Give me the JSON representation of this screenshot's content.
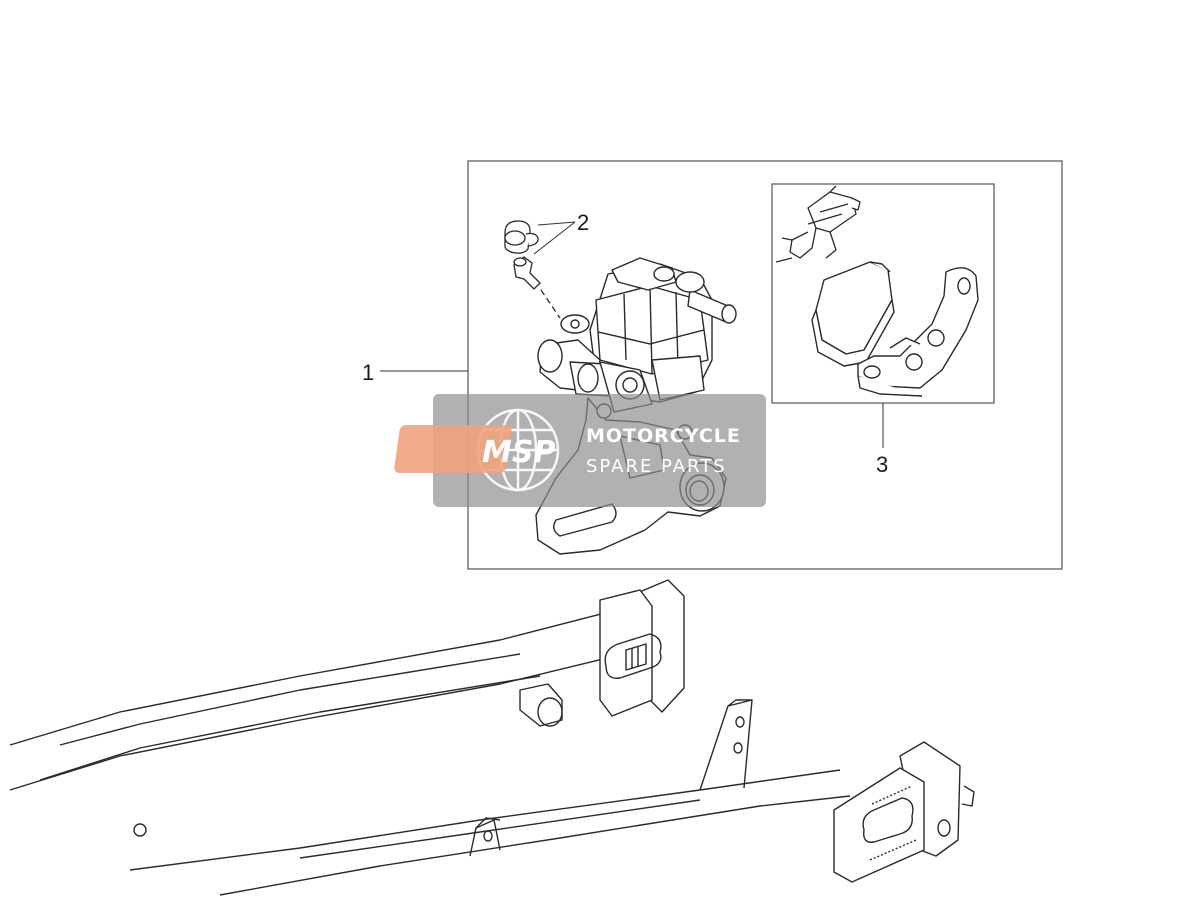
{
  "callouts": [
    {
      "number": "1",
      "part": "brake-caliper-assembly"
    },
    {
      "number": "2",
      "part": "bleeder-screw-and-cap"
    },
    {
      "number": "3",
      "part": "brake-pad-kit"
    }
  ],
  "watermark": {
    "logo": "MSP",
    "line1": "MOTORCYCLE",
    "line2": "SPARE PARTS"
  },
  "colors": {
    "line": "#2a2a2a",
    "frame": "#555555",
    "watermark_bg": "#8c8c8c",
    "watermark_logo": "#f0a37f"
  }
}
